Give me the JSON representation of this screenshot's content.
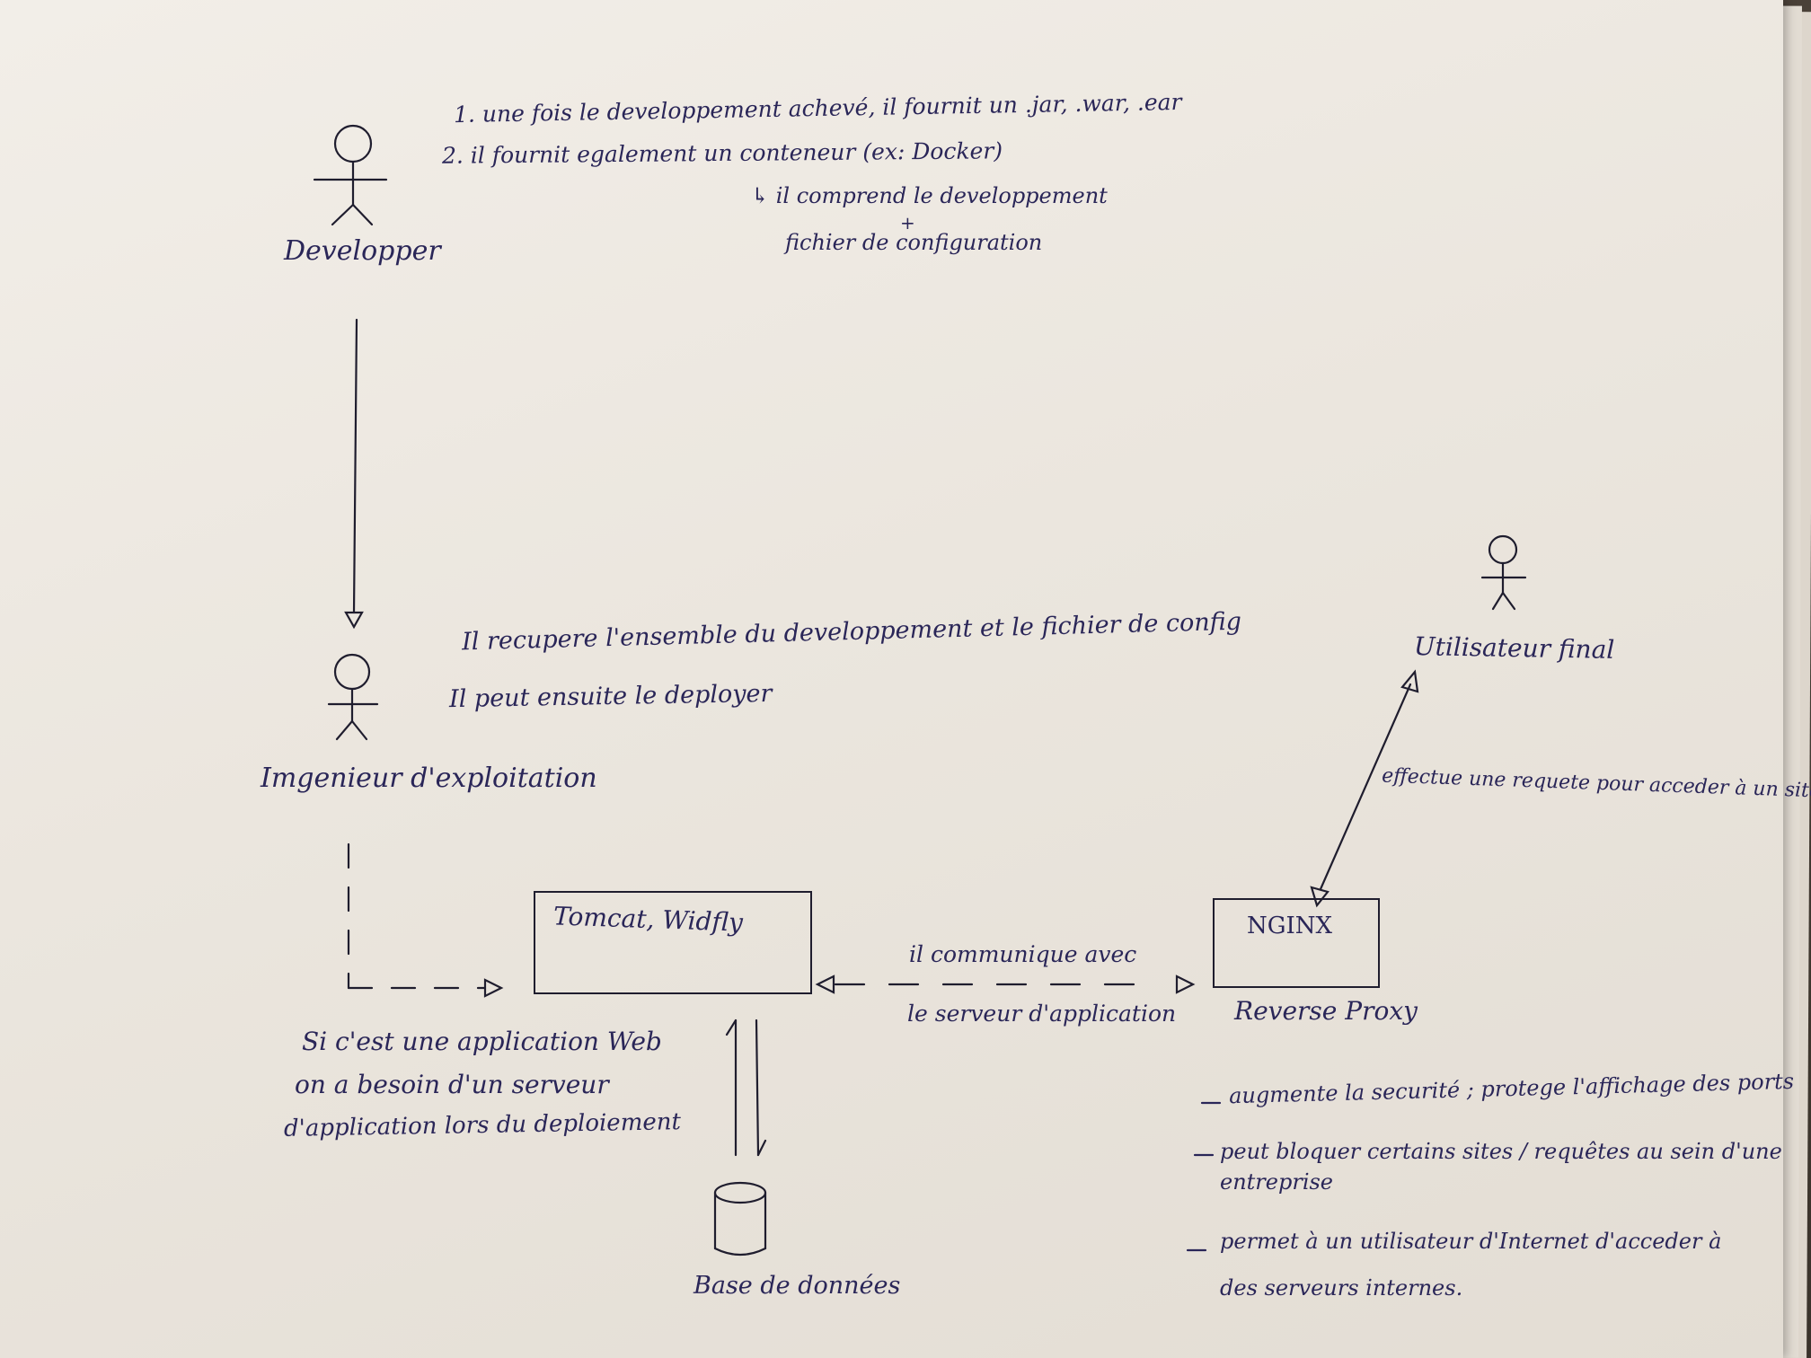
{
  "actors": {
    "developer": "Developper",
    "ops_engineer": "Imgenieur d'exploitation",
    "end_user": "Utilisateur final"
  },
  "developer_notes": {
    "line1": "1. une fois le developpement achevé, il fournit un .jar, .war, .ear",
    "line2": "2. il fournit egalement un conteneur (ex: Docker)",
    "line3": "↳ il comprend le developpement",
    "plus": "+",
    "line4": "fichier de configuration"
  },
  "ops_notes": {
    "line1": "Il recupere l'ensemble du developpement et le fichier de config",
    "line2": "Il peut ensuite le deployer"
  },
  "app_server": {
    "label": "Tomcat, Widfly",
    "note_line1": "Si c'est une application Web",
    "note_line2": "on a besoin d'un serveur",
    "note_line3": "d'application lors du deploiement"
  },
  "communication": {
    "line1": "il communique avec",
    "line2": "le serveur d'application"
  },
  "nginx": {
    "label": "NGINX",
    "caption": "Reverse Proxy"
  },
  "user_request": "effectue une requete pour acceder à un site",
  "database": "Base de données",
  "proxy_benefits": [
    "augmente la securité ; protege l'affichage des ports",
    "peut bloquer certains sites / requêtes au sein d'une",
    "entreprise",
    "permet à un utilisateur d'Internet d'acceder à",
    "des serveurs internes."
  ],
  "colors": {
    "ink": "#2a2658",
    "pencil": "#1f1d2e",
    "paper": "#eee9e2"
  }
}
